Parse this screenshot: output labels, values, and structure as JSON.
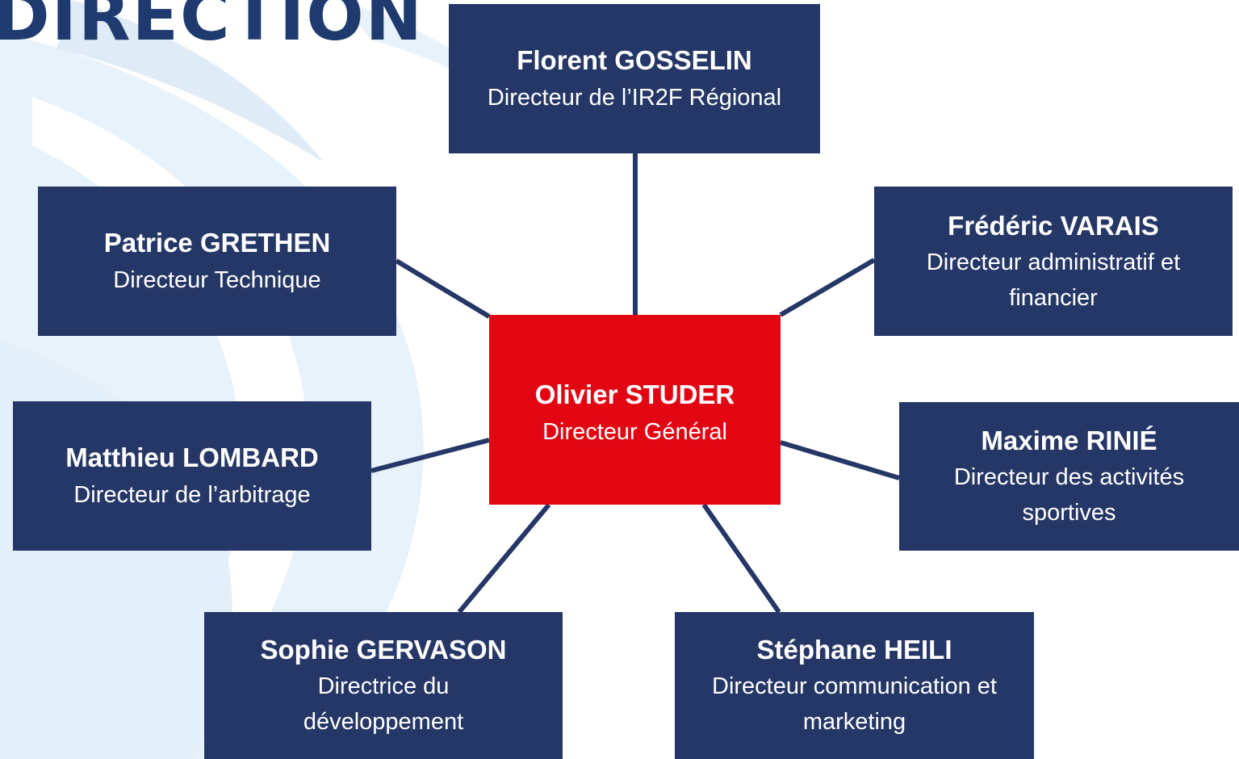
{
  "title": "DIRECTION",
  "colors": {
    "box": "#253766",
    "center_box": "#e20613",
    "connector": "#253766",
    "background_motif": "#e6f1fa",
    "title": "#1f3a6e"
  },
  "center": {
    "name": "Olivier STUDER",
    "role": "Directeur Général"
  },
  "directors": [
    {
      "id": "gosselin",
      "name": "Florent GOSSELIN",
      "role": "Directeur de l’IR2F Régional"
    },
    {
      "id": "grethen",
      "name": "Patrice GRETHEN",
      "role": "Directeur Technique"
    },
    {
      "id": "varais",
      "name": "Frédéric VARAIS",
      "role": "Directeur administratif et financier"
    },
    {
      "id": "lombard",
      "name": "Matthieu LOMBARD",
      "role": "Directeur de l’arbitrage"
    },
    {
      "id": "rinie",
      "name": "Maxime RINIÉ",
      "role": "Directeur des activités sportives"
    },
    {
      "id": "gervason",
      "name": "Sophie GERVASON",
      "role": "Directrice du développement"
    },
    {
      "id": "heili",
      "name": "Stéphane HEILI",
      "role": "Directeur communication et marketing"
    }
  ]
}
